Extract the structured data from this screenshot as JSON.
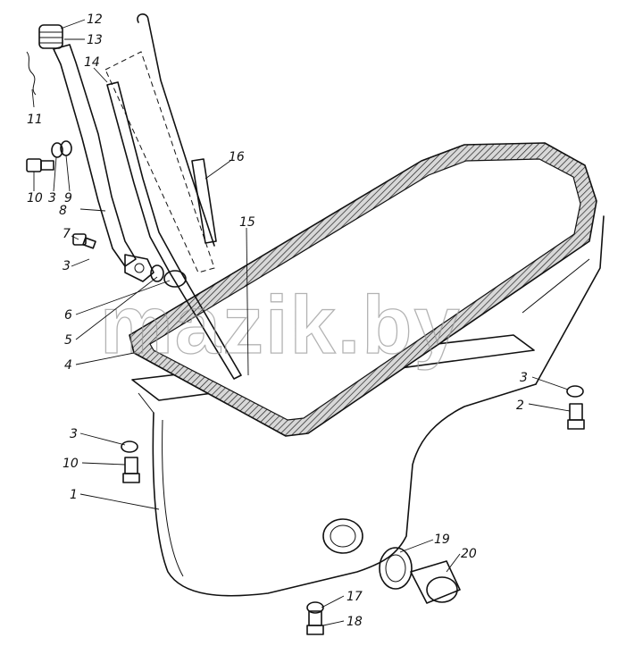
{
  "diagram": {
    "watermark": "mazik.by",
    "callouts": [
      {
        "id": "c12",
        "text": "12"
      },
      {
        "id": "c13",
        "text": "13"
      },
      {
        "id": "c14",
        "text": "14"
      },
      {
        "id": "c11",
        "text": "11"
      },
      {
        "id": "c16",
        "text": "16"
      },
      {
        "id": "c10a",
        "text": "10"
      },
      {
        "id": "c3a",
        "text": "3"
      },
      {
        "id": "c9",
        "text": "9"
      },
      {
        "id": "c8",
        "text": "8"
      },
      {
        "id": "c15",
        "text": "15"
      },
      {
        "id": "c7",
        "text": "7"
      },
      {
        "id": "c3b",
        "text": "3"
      },
      {
        "id": "c6",
        "text": "6"
      },
      {
        "id": "c5",
        "text": "5"
      },
      {
        "id": "c4",
        "text": "4"
      },
      {
        "id": "c3c",
        "text": "3"
      },
      {
        "id": "c2",
        "text": "2"
      },
      {
        "id": "c3d",
        "text": "3"
      },
      {
        "id": "c10b",
        "text": "10"
      },
      {
        "id": "c1",
        "text": "1"
      },
      {
        "id": "c19",
        "text": "19"
      },
      {
        "id": "c20",
        "text": "20"
      },
      {
        "id": "c17",
        "text": "17"
      },
      {
        "id": "c18",
        "text": "18"
      }
    ]
  }
}
